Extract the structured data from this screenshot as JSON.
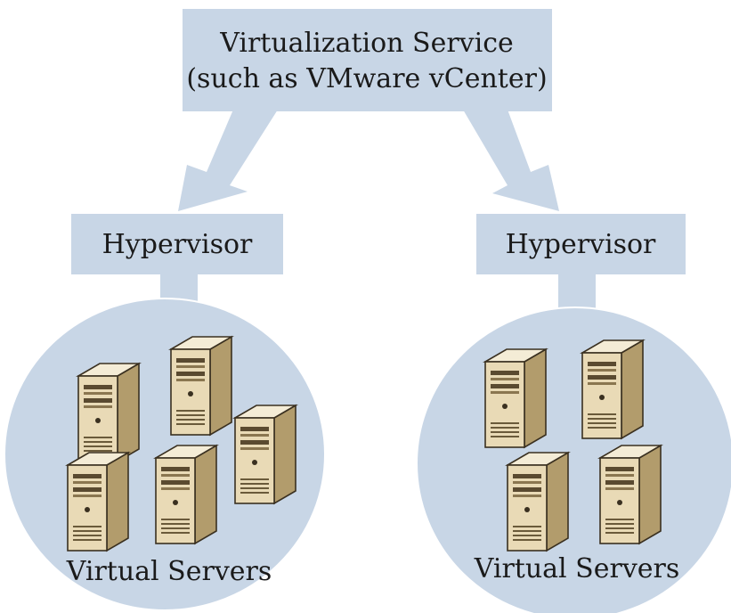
{
  "colors": {
    "box_fill": "#c8d6e6",
    "cluster_fill": "#c8d6e6",
    "cluster_stroke": "#ffffff",
    "text": "#1a1a1a",
    "server_body": "#e8d9b4",
    "server_side": "#b09a6b",
    "server_top": "#f3ead3",
    "server_outline": "#3a3020"
  },
  "service": {
    "line1": "Virtualization Service",
    "line2": "(such as VMware vCenter)"
  },
  "hypervisors": [
    {
      "label": "Hypervisor"
    },
    {
      "label": "Hypervisor"
    }
  ],
  "clusters": [
    {
      "label": "Virtual Servers",
      "servers": [
        {
          "icon": "server-icon"
        },
        {
          "icon": "server-icon"
        },
        {
          "icon": "server-icon"
        },
        {
          "icon": "server-icon"
        },
        {
          "icon": "server-icon"
        }
      ]
    },
    {
      "label": "Virtual Servers",
      "servers": [
        {
          "icon": "server-icon"
        },
        {
          "icon": "server-icon"
        },
        {
          "icon": "server-icon"
        },
        {
          "icon": "server-icon"
        }
      ]
    }
  ]
}
